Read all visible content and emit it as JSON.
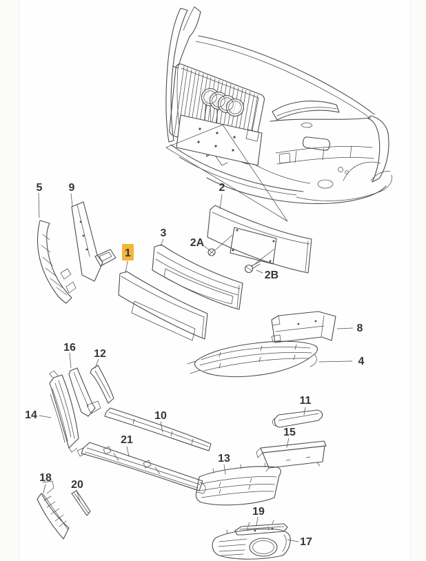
{
  "diagram": {
    "kind": "exploded-parts-line-drawing",
    "stroke_color": "#4b4b4b",
    "background": "#fefefe",
    "highlight": {
      "part": "1",
      "fill": "#f3b53c",
      "text_color": "#bf7d16"
    },
    "labels": {
      "p1": "1",
      "p2": "2",
      "p2a": "2A",
      "p2b": "2B",
      "p3": "3",
      "p4": "4",
      "p5": "5",
      "p8": "8",
      "p9": "9",
      "p10": "10",
      "p11": "11",
      "p12": "12",
      "p13": "13",
      "p14": "14",
      "p15": "15",
      "p16": "16",
      "p17": "17",
      "p18": "18",
      "p19": "19",
      "p20": "20",
      "p21": "21"
    }
  }
}
